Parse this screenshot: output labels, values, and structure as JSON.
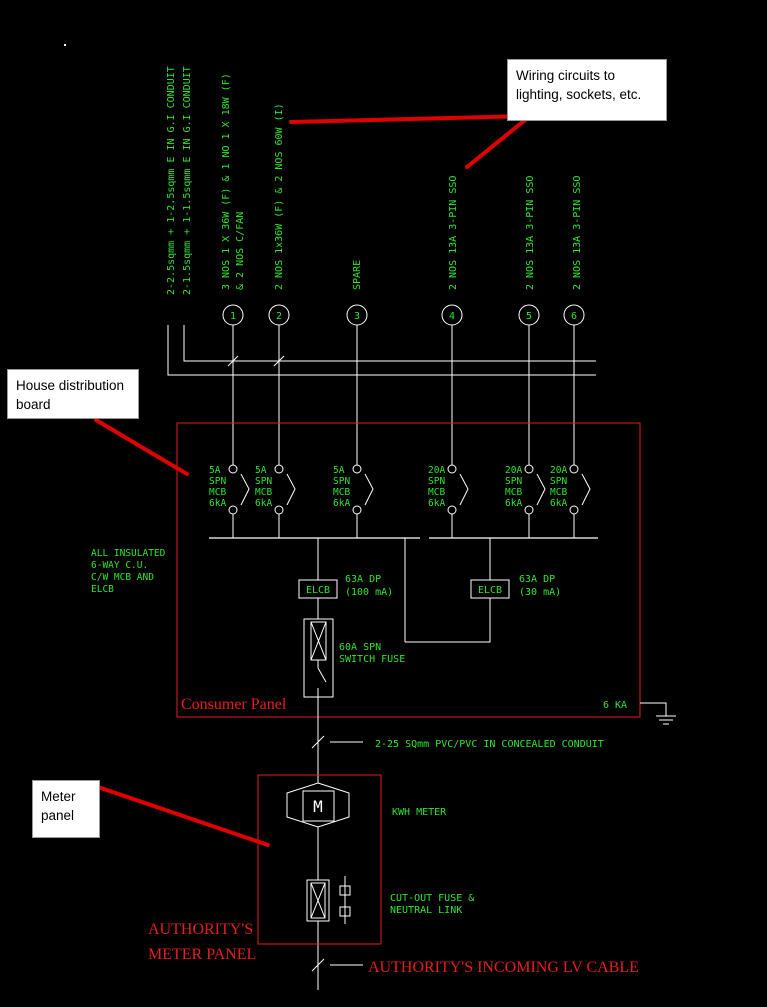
{
  "callouts": {
    "wiring": "Wiring circuits to lighting, sockets, etc.",
    "board": "House distribution board",
    "meter": "Meter panel"
  },
  "cables": {
    "line1": "2-2.5sqmm + 1-2.5sqmm E IN G.I CONDUIT",
    "line2": "2-1.5sqmm + 1-1.5sqmm E IN G.I CONDUIT"
  },
  "circuits": [
    {
      "number": "1",
      "load1": "3 NOS 1 X 36W (F) & 1 NO 1 X 18W (F)",
      "load2": "& 2 NOS C/FAN",
      "rating": "5A",
      "type": "SPN",
      "device": "MCB",
      "breaking": "6kA"
    },
    {
      "number": "2",
      "load1": "2 NOS 1x36W (F) & 2 NOS 60W (I)",
      "load2": "",
      "rating": "5A",
      "type": "SPN",
      "device": "MCB",
      "breaking": "6kA"
    },
    {
      "number": "3",
      "load1": "SPARE",
      "load2": "",
      "rating": "5A",
      "type": "SPN",
      "device": "MCB",
      "breaking": "6kA"
    },
    {
      "number": "4",
      "load1": "2 NOS 13A 3-PIN SSO",
      "load2": "",
      "rating": "20A",
      "type": "SPN",
      "device": "MCB",
      "breaking": "6kA"
    },
    {
      "number": "5",
      "load1": "2 NOS 13A 3-PIN SSO",
      "load2": "",
      "rating": "20A",
      "type": "SPN",
      "device": "MCB",
      "breaking": "6kA"
    },
    {
      "number": "6",
      "load1": "2 NOS 13A 3-PIN SSO",
      "load2": "",
      "rating": "20A",
      "type": "SPN",
      "device": "MCB",
      "breaking": "6kA"
    }
  ],
  "consumer_unit_note": [
    "ALL INSULATED",
    "6-WAY C.U.",
    "C/W MCB AND",
    "ELCB"
  ],
  "elcb1": {
    "label": "ELCB",
    "rating1": "63A DP",
    "rating2": "(100 mA)"
  },
  "elcb2": {
    "label": "ELCB",
    "rating1": "63A DP",
    "rating2": "(30 mA)"
  },
  "switch_fuse": [
    "60A SPN",
    "SWITCH FUSE"
  ],
  "consumer_panel_title": "Consumer Panel",
  "fault_level": "6 KA",
  "feeder_cable": "2-25 SQmm PVC/PVC IN CONCEALED CONDUIT",
  "meter": {
    "symbol": "M",
    "label": "KWH METER"
  },
  "cutout": [
    "CUT-OUT FUSE &",
    "NEUTRAL LINK"
  ],
  "authority_panel": [
    "AUTHORITY'S",
    "METER PANEL"
  ],
  "incoming_cable": "AUTHORITY'S INCOMING LV CABLE",
  "colors": {
    "wire": "#ffffff",
    "text": "#2ee62e",
    "panel": "#e61e1e",
    "callout_line": "#e00000",
    "background": "#000000"
  }
}
